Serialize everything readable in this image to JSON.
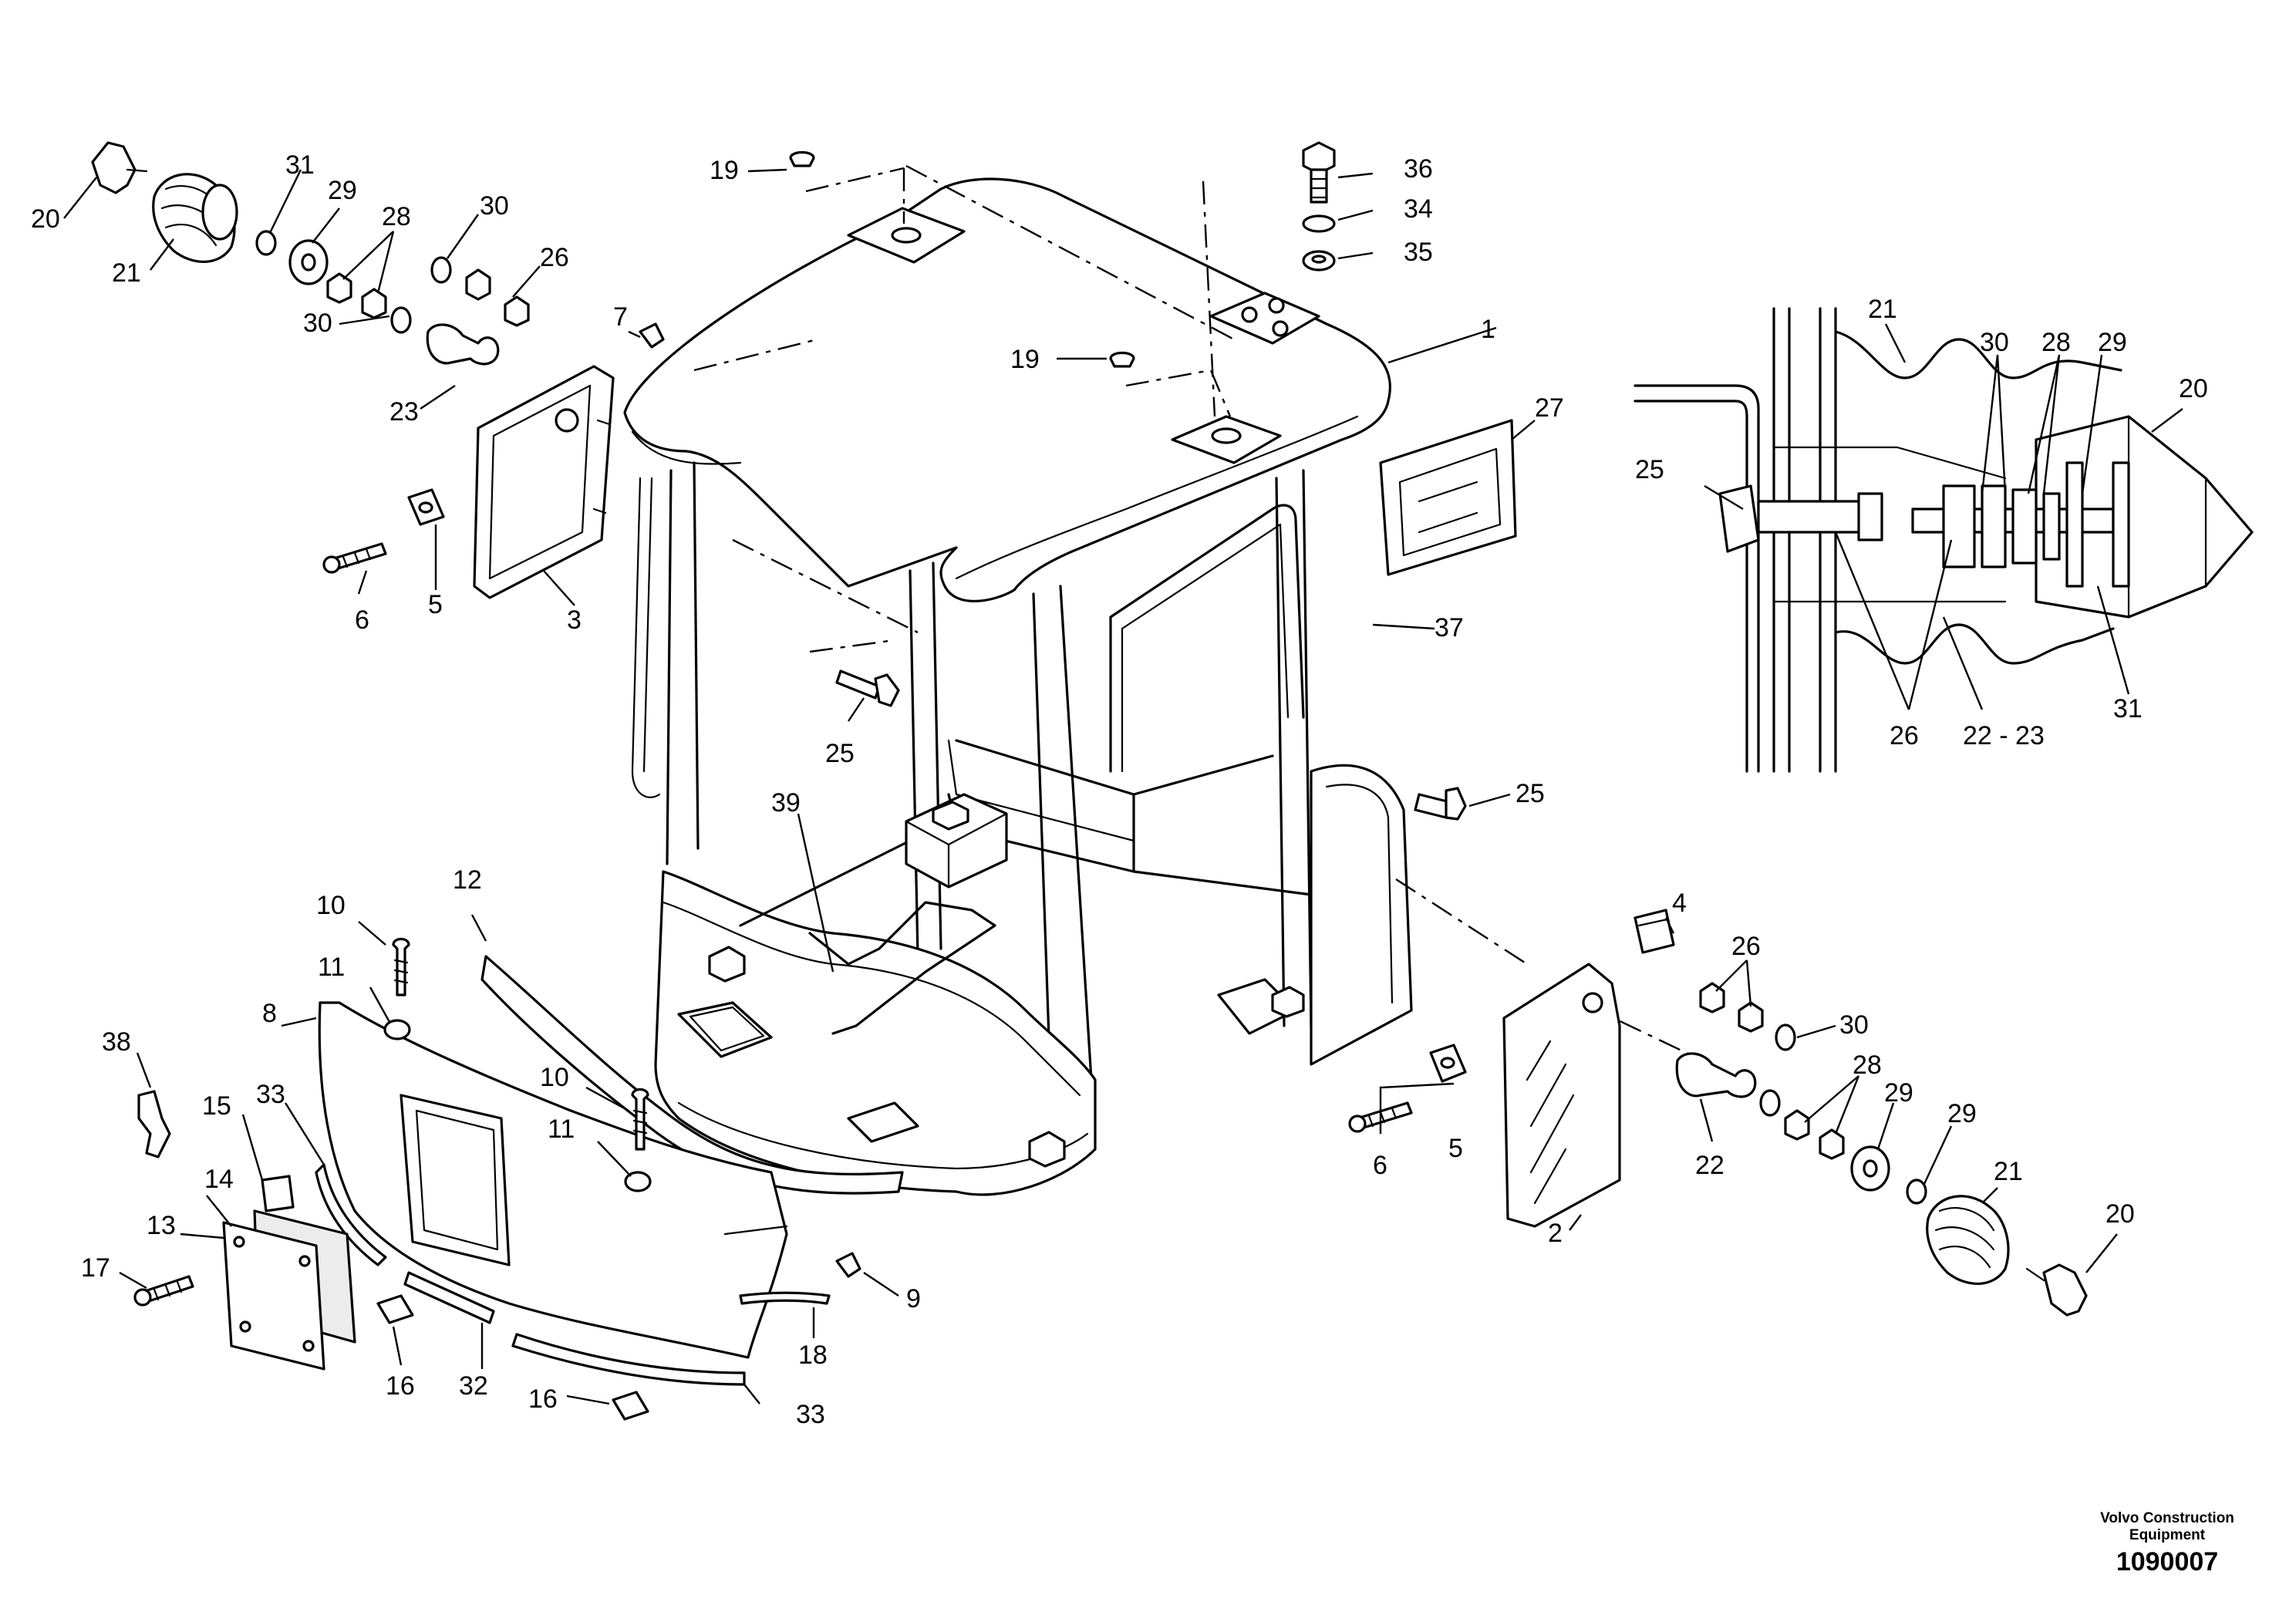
{
  "brand": {
    "name": "Volvo Construction Equipment"
  },
  "drawing_number": "1090007",
  "callouts": {
    "c1": "1",
    "c2": "2",
    "c3": "3",
    "c4": "4",
    "c5a": "5",
    "c5b": "5",
    "c6a": "6",
    "c6b": "6",
    "c7": "7",
    "c8": "8",
    "c9": "9",
    "c10a": "10",
    "c10b": "10",
    "c11a": "11",
    "c11b": "11",
    "c12": "12",
    "c13": "13",
    "c14": "14",
    "c15": "15",
    "c16a": "16",
    "c16b": "16",
    "c17": "17",
    "c18": "18",
    "c19a": "19",
    "c19b": "19",
    "c20a": "20",
    "c20b": "20",
    "c20c": "20",
    "c21a": "21",
    "c21b": "21",
    "c21c": "21",
    "c22": "22",
    "c22_23": "22 - 23",
    "c23": "23",
    "c25a": "25",
    "c25b": "25",
    "c25c": "25",
    "c26a": "26",
    "c26b": "26",
    "c26c": "26",
    "c27": "27",
    "c28a": "28",
    "c28b": "28",
    "c28c": "28",
    "c29a": "29",
    "c29b": "29",
    "c29c": "29",
    "c29d": "29",
    "c30a": "30",
    "c30b": "30",
    "c30c": "30",
    "c30d": "30",
    "c31a": "31",
    "c31b": "31",
    "c32": "32",
    "c33a": "33",
    "c33b": "33",
    "c34": "34",
    "c35": "35",
    "c36": "36",
    "c37": "37",
    "c38": "38",
    "c39": "39"
  }
}
